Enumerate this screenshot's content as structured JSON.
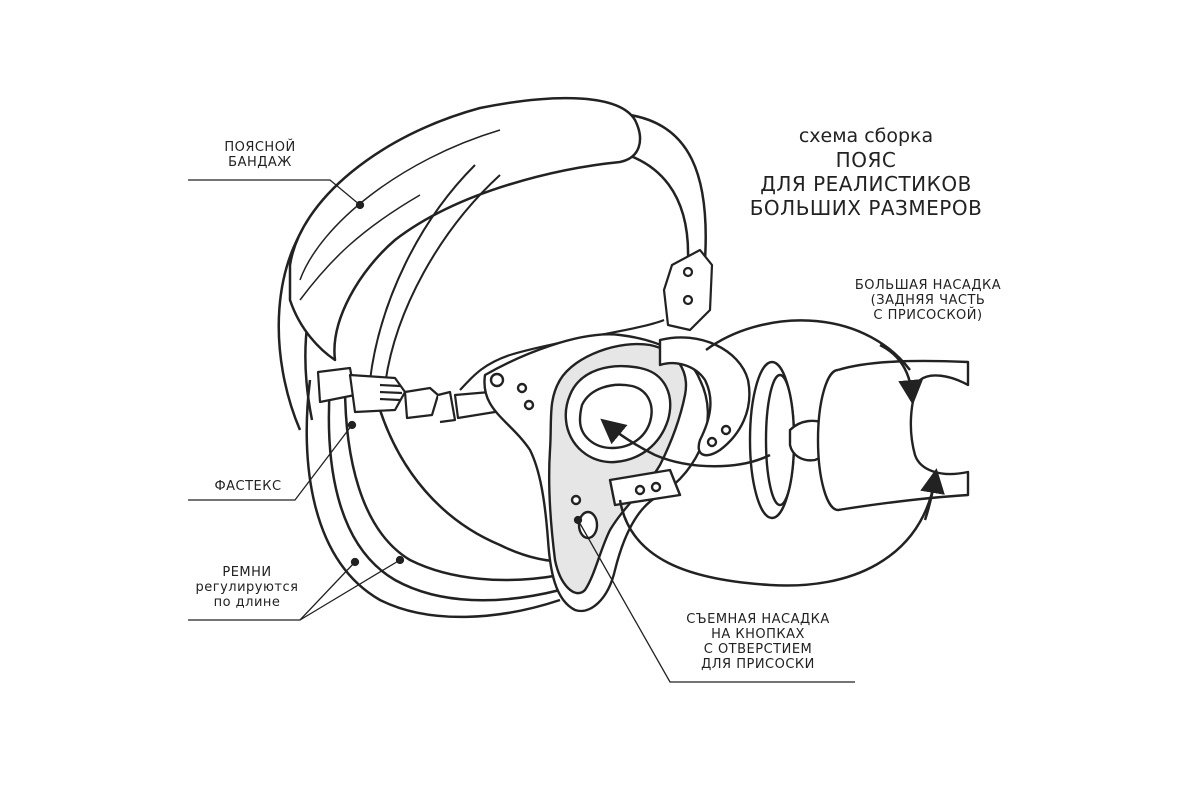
{
  "title": {
    "subtitle": "схема сборка",
    "lines": [
      "ПОЯС",
      "ДЛЯ РЕАЛИСТИКОВ",
      "БОЛЬШИХ РАЗМЕРОВ"
    ]
  },
  "labels": {
    "waist_bandage": [
      "ПОЯСНОЙ",
      "БАНДАЖ"
    ],
    "large_attachment": [
      "БОЛЬШАЯ НАСАДКА",
      "(ЗАДНЯЯ ЧАСТЬ",
      "С ПРИСОСКОЙ)"
    ],
    "fastex": [
      "ФАСТЕКС"
    ],
    "straps": [
      "РЕМНИ",
      "регулируются",
      "по длине"
    ],
    "removable_attachment": [
      "СЪЕМНАЯ НАСАДКА",
      "НА КНОПКАХ",
      "С ОТВЕРСТИЕМ",
      "ДЛЯ ПРИСОСКИ"
    ]
  },
  "colors": {
    "stroke": "#222222",
    "fill": "#ffffff",
    "shade": "#e6e6e6"
  }
}
